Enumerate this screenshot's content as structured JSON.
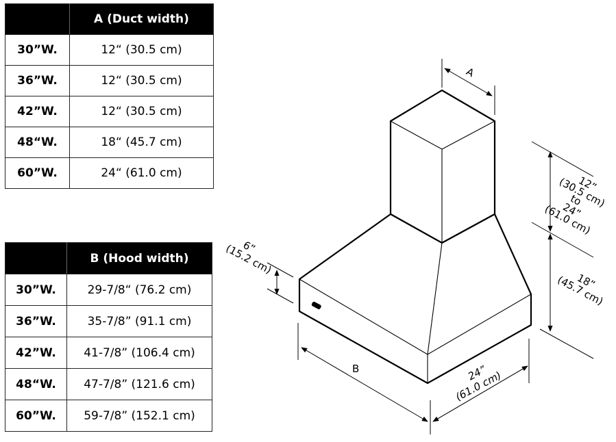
{
  "table_a": {
    "header_blank": "",
    "header": "A (Duct width)",
    "rows": [
      {
        "model": "30”W.",
        "value": "12“ (30.5 cm)"
      },
      {
        "model": "36”W.",
        "value": "12“ (30.5 cm)"
      },
      {
        "model": "42”W.",
        "value": "12“ (30.5 cm)"
      },
      {
        "model": "48“W.",
        "value": "18“ (45.7 cm)"
      },
      {
        "model": "60”W.",
        "value": "24“ (61.0 cm)"
      }
    ]
  },
  "table_b": {
    "header_blank": "",
    "header": "B (Hood width)",
    "rows": [
      {
        "model": "30”W.",
        "value": "29-7/8“ (76.2 cm)"
      },
      {
        "model": "36”W.",
        "value": "35-7/8” (91.1 cm)"
      },
      {
        "model": "42”W.",
        "value": "41-7/8” (106.4 cm)"
      },
      {
        "model": "48“W.",
        "value": "47-7/8” (121.6 cm)"
      },
      {
        "model": "60”W.",
        "value": "59-7/8” (152.1 cm)"
      }
    ]
  },
  "diagram": {
    "label_a": "A",
    "label_b": "B",
    "depth": {
      "imperial": "24”",
      "metric": "(61.0 cm)"
    },
    "front_height": {
      "imperial": "6”",
      "metric": "(15.2 cm)"
    },
    "canopy_height": {
      "imperial": "18”",
      "metric": "(45.7 cm)"
    },
    "duct_height": {
      "imperial_min": "12”",
      "metric_min": "(30.5 cm)",
      "to": "to",
      "imperial_max": "24”",
      "metric_max": "(61.0 cm)"
    },
    "control_icon": "control-panel-icon"
  },
  "colors": {
    "line": "#000000",
    "header_bg": "#000000",
    "header_text": "#ffffff",
    "border": "#222222"
  }
}
